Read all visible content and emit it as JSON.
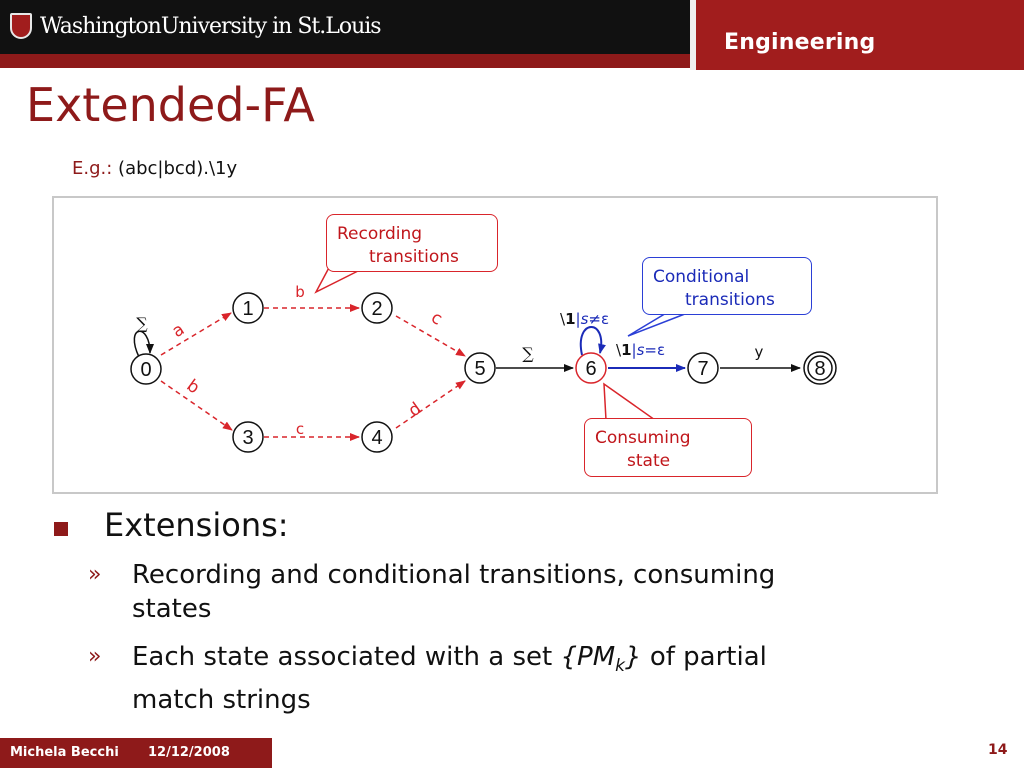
{
  "header": {
    "institution": "WashingtonUniversity in St.Louis",
    "school": "Engineering",
    "colors": {
      "black_bar": "#111111",
      "brand_red": "#8e1a1a"
    }
  },
  "slide": {
    "title": "Extended-FA",
    "example_label": "E.g.:",
    "example_value": "(abc|bcd).\\1y"
  },
  "diagram": {
    "nodes": [
      {
        "id": "0",
        "label": "0"
      },
      {
        "id": "1",
        "label": "1"
      },
      {
        "id": "2",
        "label": "2"
      },
      {
        "id": "3",
        "label": "3"
      },
      {
        "id": "4",
        "label": "4"
      },
      {
        "id": "5",
        "label": "5"
      },
      {
        "id": "6",
        "label": "6"
      },
      {
        "id": "7",
        "label": "7"
      },
      {
        "id": "8",
        "label": "8",
        "accepting": true
      }
    ],
    "edge_labels": {
      "e0_loop": "∑",
      "e0_1": "a",
      "e1_2": "b",
      "e2_5": "c",
      "e0_3": "b",
      "e3_4": "c",
      "e4_5": "d",
      "e5_6": "∑",
      "e6_loop_prefix": "\\",
      "e6_loop_num": "1",
      "e6_loop_bar": "|",
      "e6_loop_var": "s",
      "e6_loop_cond": "≠ε",
      "e6_7_prefix": "\\",
      "e6_7_num": "1",
      "e6_7_bar": "|",
      "e6_7_var": "s",
      "e6_7_cond": "=ε",
      "e7_8": "y"
    },
    "callouts": {
      "recording": {
        "line1": "Recording",
        "line2": "transitions"
      },
      "conditional": {
        "line1": "Conditional",
        "line2": "transitions"
      },
      "consuming": {
        "line1": "Consuming",
        "line2": "state"
      }
    },
    "colors": {
      "recording": "#d9252b",
      "conditional": "#1b2bb8",
      "normal": "#111111"
    }
  },
  "bullets": {
    "main": "Extensions:",
    "sub1_line1": "Recording and conditional transitions, consuming",
    "sub1_line2": "states",
    "sub2_pre": "Each state associated with a set ",
    "sub2_brace_open": "{PM",
    "sub2_sub": "k",
    "sub2_brace_close": "}",
    "sub2_post": " of partial",
    "sub2_line2": "match strings",
    "sub_marker": "»"
  },
  "footer": {
    "author": "Michela Becchi",
    "date": "12/12/2008",
    "page": "14"
  }
}
